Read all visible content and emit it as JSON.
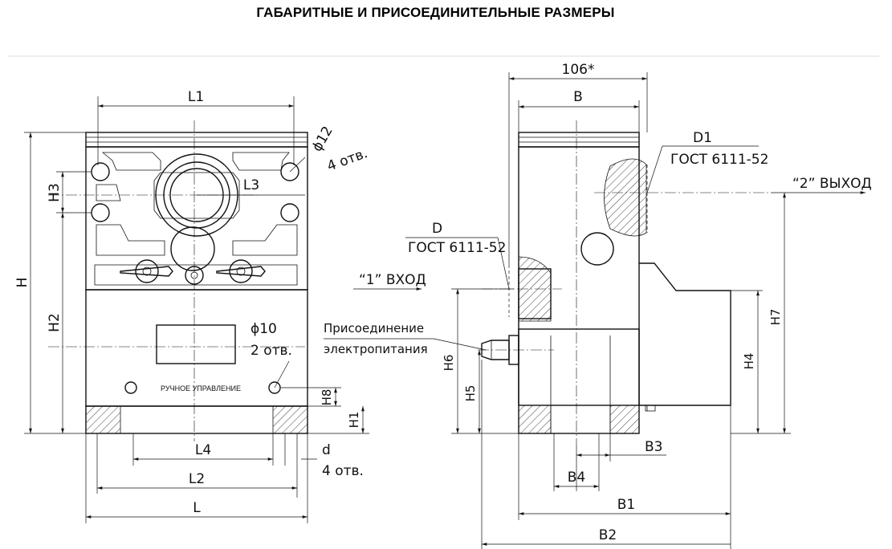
{
  "page": {
    "title": "ГАБАРИТНЫЕ И ПРИСОЕДИНИТЕЛЬНЫЕ РАЗМЕРЫ"
  },
  "front_view": {
    "labels": {
      "L1": "L1",
      "L3": "L3",
      "L4": "L4",
      "L2": "L2",
      "L": "L",
      "H": "H",
      "H2": "H2",
      "H3": "H3",
      "H1": "H1",
      "H8": "H8",
      "d": "d"
    },
    "holes_top": {
      "dia": "ϕ12",
      "count": "4 отв."
    },
    "holes_panel": {
      "dia": "ϕ10",
      "count": "2 отв."
    },
    "holes_base": {
      "count": "4 отв."
    },
    "panel_text": "РУЧНОЕ УПРАВЛЕНИЕ"
  },
  "side_view": {
    "labels": {
      "overall_width": "106*",
      "B": "B",
      "B1": "B1",
      "B2": "B2",
      "B3": "B3",
      "B4": "B4",
      "H4": "H4",
      "H5": "H5",
      "H6": "H6",
      "H7": "H7"
    },
    "port_d1": {
      "name": "D1",
      "standard": "ГОСТ 6111-52"
    },
    "port_d": {
      "name": "D",
      "standard": "ГОСТ 6111-52"
    },
    "outlet": "“2” ВЫХОД",
    "inlet": "“1” ВХОД",
    "power": {
      "line1": "Присоединение",
      "line2": "электропитания"
    }
  }
}
